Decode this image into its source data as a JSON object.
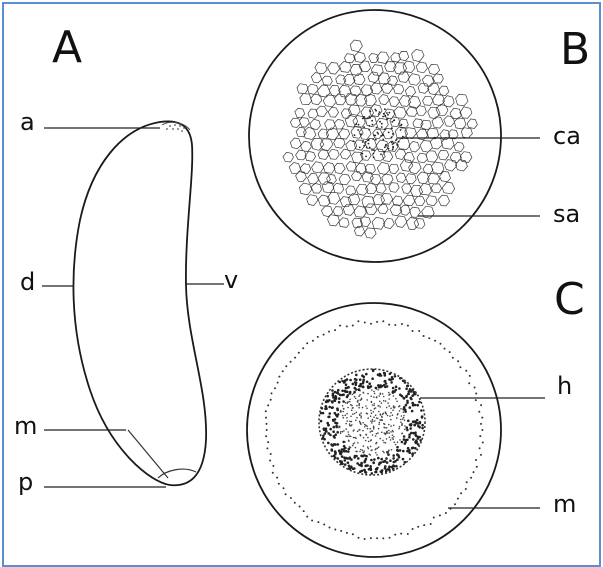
{
  "panels": {
    "A": {
      "letter": "A",
      "labels": {
        "a": "a",
        "d": "d",
        "v": "v",
        "m": "m",
        "p": "p"
      }
    },
    "B": {
      "letter": "B",
      "labels": {
        "ca": "ca",
        "sa": "sa"
      }
    },
    "C": {
      "letter": "C",
      "labels": {
        "h": "h",
        "m": "m"
      }
    }
  },
  "colors": {
    "border": "#5b8fd0",
    "ink": "#1a1a1a"
  }
}
